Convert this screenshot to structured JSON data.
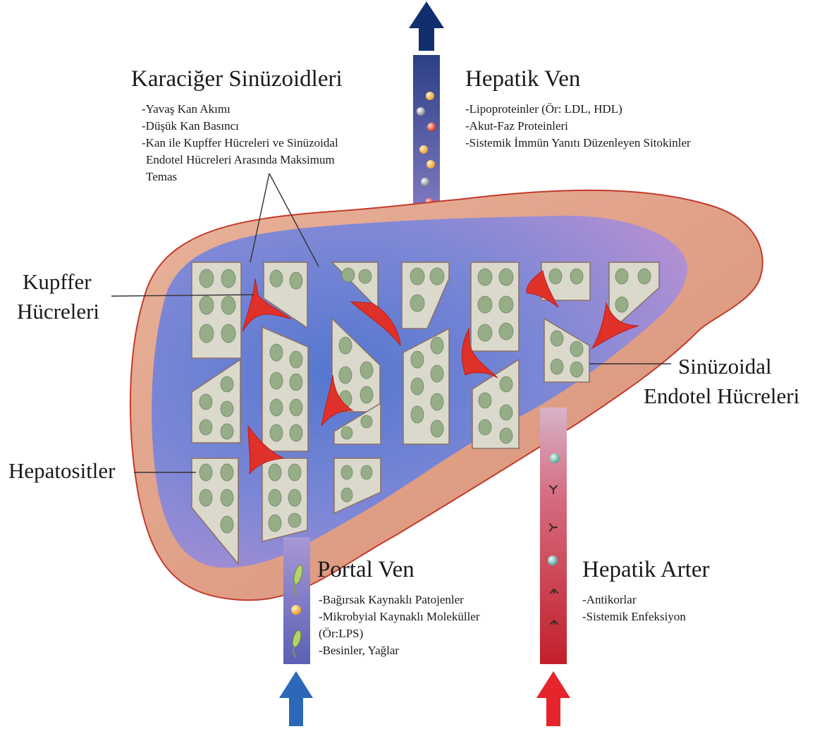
{
  "sinusoids": {
    "title": "Karaciğer Sinüzoidleri",
    "items": [
      "-Yavaş Kan Akımı",
      "-Düşük Kan Basıncı",
      "-Kan ile Kupffer Hücreleri ve Sinüzoidal",
      "Endotel Hücreleri Arasında Maksimum",
      "Temas"
    ]
  },
  "hepatic_vein": {
    "title": "Hepatik Ven",
    "items": [
      "-Lipoproteinler (Ör: LDL, HDL)",
      "-Akut-Faz Proteinleri",
      "-Sistemik İmmün Yanıtı Düzenleyen Sitokinler"
    ]
  },
  "kupffer": {
    "line1": "Kupffer",
    "line2": "Hücreleri"
  },
  "endothelial": {
    "line1": "Sinüzoidal",
    "line2": "Endotel Hücreleri"
  },
  "hepatocytes": {
    "label": "Hepatositler"
  },
  "portal_vein": {
    "title": "Portal Ven",
    "items": [
      "-Bağırsak Kaynaklı Patojenler",
      "-Mikrobyial Kaynaklı Moleküller",
      "(Ör:LPS)",
      "-Besinler, Yağlar"
    ]
  },
  "hepatic_artery": {
    "title": "Hepatik Arter",
    "items": [
      "-Antikorlar",
      "-Sistemik Enfeksiyon"
    ]
  },
  "colors": {
    "liver_rim": "#d9997e",
    "liver_outline": "#c0392b",
    "liver_inner_blue": "#5b7fd0",
    "liver_inner_violet": "#b48cd2",
    "hepatocyte": "#d9dccd",
    "nucleus": "#9fb392",
    "kupffer": "#e0302a",
    "vein_top": "#2a3e86",
    "vein_bottom": "#a793d4",
    "artery_top": "#d9a9c0",
    "artery_bottom": "#c7232c",
    "arrow_vein": "#0f2f6e",
    "arrow_portal": "#2a67b8",
    "arrow_artery": "#e6252c"
  },
  "icons": [
    "lipoprotein-particle-icon",
    "bacterium-icon",
    "antibody-icon",
    "molecule-sphere-icon"
  ]
}
